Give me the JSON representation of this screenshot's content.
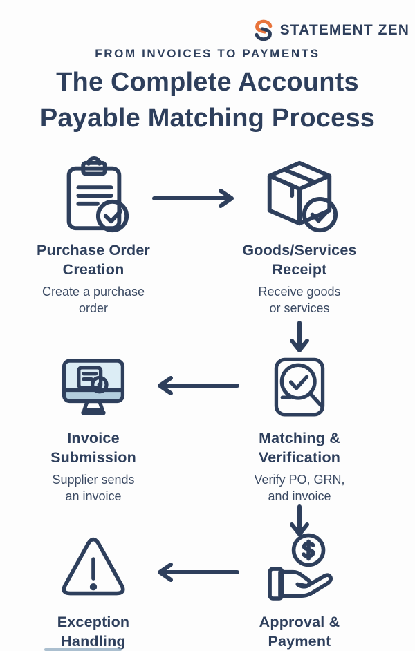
{
  "brand": {
    "name": "STATEMENT ZEN",
    "logo_icon": "s-swirl-icon",
    "logo_colors": {
      "top": "#e8743c",
      "bottom": "#2e3f5c"
    }
  },
  "header": {
    "kicker": "FROM INVOICES TO PAYMENTS",
    "title": "The Complete Accounts\nPayable Matching Process"
  },
  "colors": {
    "navy": "#2e3f5c",
    "subtitle_text": "#3b4a63",
    "background": "#fdfdfd",
    "box_orange": "#f6c38e",
    "warning_orange": "#f1b289",
    "teal_circle": "#b9e5ea",
    "screen_blue": "#dcedf5",
    "strip_blue": "#b3cede",
    "clipboard_fill": "#eef3f2",
    "panel_fill": "#e2eef2",
    "lens_fill": "#c5e9ec",
    "hand_fill": "#fcf4e4",
    "cuff_fill": "#abd2e6"
  },
  "steps": [
    {
      "icon": "clipboard-check-icon",
      "title": "Purchase Order\nCreation",
      "subtitle": "Create a purchase\norder"
    },
    {
      "icon": "package-check-icon",
      "title": "Goods/Services\nReceipt",
      "subtitle": "Receive goods\nor services"
    },
    {
      "icon": "monitor-invoice-icon",
      "title": "Invoice\nSubmission",
      "subtitle": "Supplier sends\nan invoice"
    },
    {
      "icon": "magnifier-check-icon",
      "title": "Matching &\nVerification",
      "subtitle": "Verify PO, GRN,\nand invoice"
    },
    {
      "icon": "warning-triangle-icon",
      "title": "Exception\nHandling",
      "subtitle": ""
    },
    {
      "icon": "hand-coin-icon",
      "title": "Approval &\nPayment",
      "subtitle": ""
    }
  ],
  "arrows": [
    {
      "from": "Purchase Order Creation",
      "to": "Goods/Services Receipt",
      "direction": "right"
    },
    {
      "from": "Goods/Services Receipt",
      "to": "Matching & Verification",
      "direction": "down"
    },
    {
      "from": "Matching & Verification",
      "to": "Invoice Submission",
      "direction": "left"
    },
    {
      "from": "Matching & Verification",
      "to": "Approval & Payment",
      "direction": "down"
    },
    {
      "from": "Approval & Payment",
      "to": "Exception Handling",
      "direction": "left"
    }
  ]
}
